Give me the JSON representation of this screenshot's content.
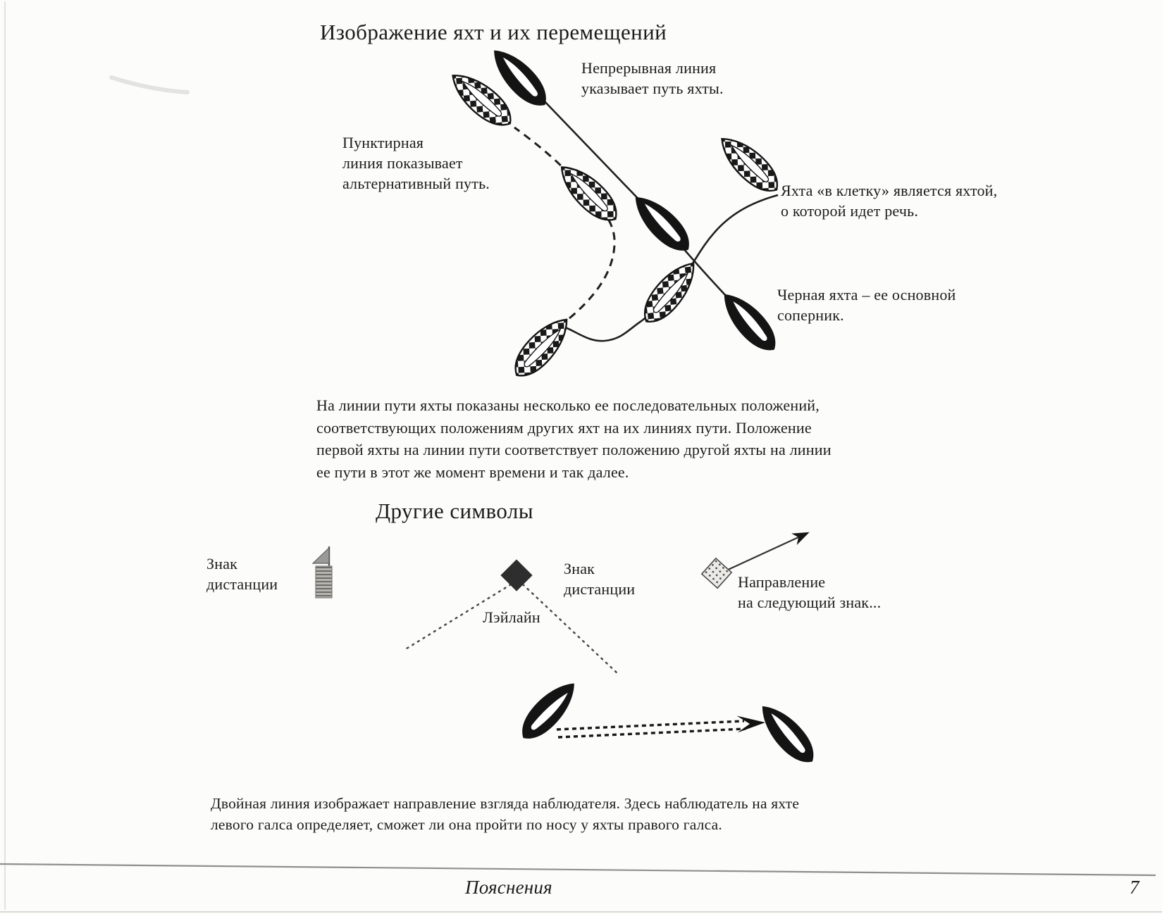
{
  "page": {
    "title": "Изображение яхт и их перемещений",
    "section_other_symbols": "Другие символы",
    "footer": {
      "chapter": "Пояснения",
      "page_number": "7"
    }
  },
  "yacht_diagram": {
    "labels": {
      "continuous_line": "Непрерывная линия\nуказывает путь яхты.",
      "dashed_line": "Пунктирная\nлиния показывает\nальтернативный путь.",
      "checkered_yacht": "Яхта «в клетку» является яхтой,\nо которой идет речь.",
      "black_yacht": "Черная яхта – ее основной\nсоперник."
    },
    "caption": "На линии пути яхты показаны несколько ее последовательных положений,\nсоответствующих положениям других яхт на их линиях пути. Положение\nпервой яхты на линии пути соответствует положению другой яхты на линии\nее пути в этот же момент времени и так далее."
  },
  "other_symbols": {
    "distance_mark_left": "Знак\nдистанции",
    "distance_mark_center": "Знак\nдистанции",
    "layline": "Лэйлайн",
    "direction_next_mark": "Направление\nна следующий знак...",
    "caption": "Двойная линия изображает направление взгляда наблюдателя. Здесь наблюдатель на яхте\nлевого галса определяет, сможет ли она пройти по носу у яхты правого галса."
  },
  "icons": {
    "checkered-yacht-icon": "checkerboard-hull sailboat seen from above",
    "black-yacht-icon": "solid black sailboat seen from above",
    "distance-buoy-icon": "striped cylindrical buoy with flag",
    "distance-mark-diamond-icon": "dark diamond mark",
    "checkered-mark-icon": "small checkered diamond mark",
    "direction-arrow-icon": "thin arrow to next mark",
    "sight-arrowhead-icon": "black arrowhead of observer sight line"
  },
  "colors": {
    "ink": "#1c1c1c",
    "line": "#222222",
    "dotted_gray": "#4a4a4a",
    "rule_gray": "#8f8f8f"
  }
}
